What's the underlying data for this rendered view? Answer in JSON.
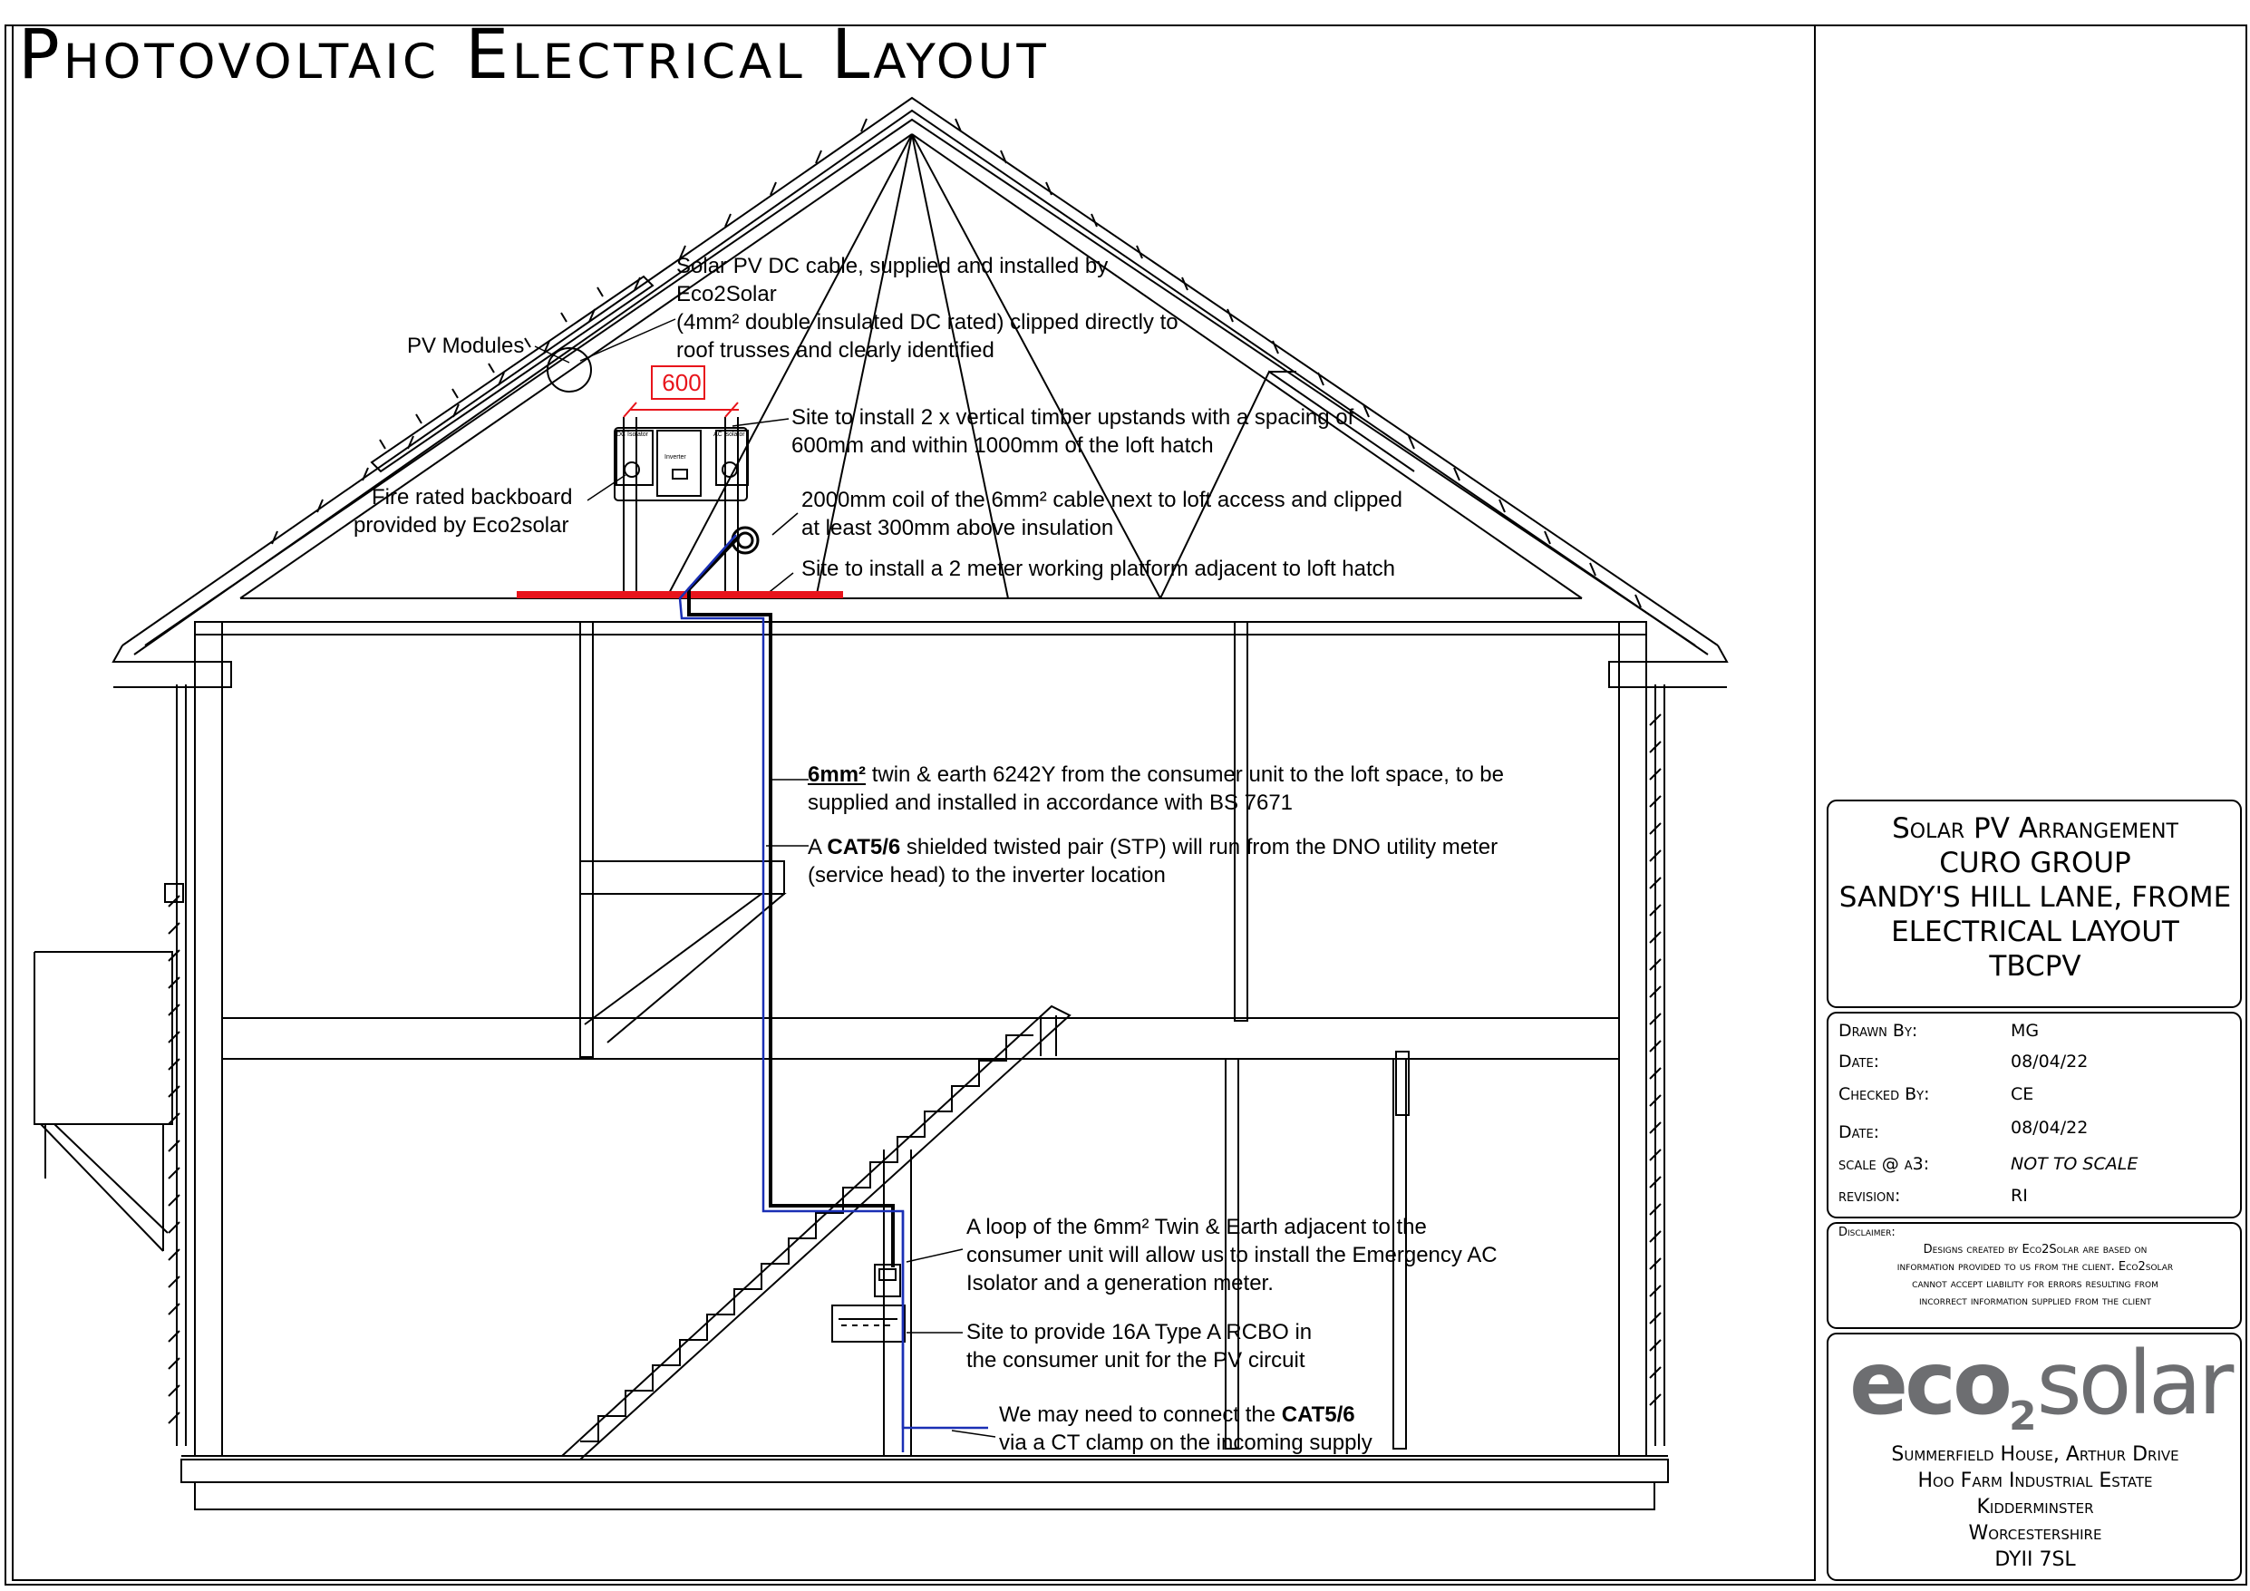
{
  "title": "Photovoltaic Electrical Layout",
  "labels": {
    "pv_modules": "PV Modules",
    "dim_600": "600",
    "dc_cable_1": "Solar PV DC cable, supplied and installed by",
    "dc_cable_2": "Eco2Solar",
    "dc_cable_3": "(4mm² double insulated DC rated) clipped directly to",
    "dc_cable_4": "roof trusses and clearly identified",
    "upstands_1": "Site to install 2 x vertical timber upstands with a spacing of",
    "upstands_2": "600mm and within 1000mm of the loft hatch",
    "backboard_1": "Fire rated backboard",
    "backboard_2": "provided by Eco2solar",
    "coil_1": "2000mm coil of the 6mm² cable next to loft access and clipped",
    "coil_2": "at least 300mm above insulation",
    "platform": "Site to install a 2 meter working platform adjacent to loft hatch",
    "twin_bold": "6mm²",
    "twin_rest_1": " twin & earth 6242Y from the consumer unit to the loft space, to be",
    "twin_2": "supplied and installed in accordance with BS 7671",
    "cat_pre": "A ",
    "cat_bold": "CAT5/6",
    "cat_rest_1": " shielded twisted pair (STP) will run from the DNO utility meter",
    "cat_2": "(service head) to the inverter location",
    "loop_1": "A loop of the 6mm² Twin & Earth adjacent to the",
    "loop_2": "consumer unit will allow us to install the Emergency AC",
    "loop_3": "Isolator and a generation meter.",
    "rcbo_1": "Site to provide 16A Type A RCBO in",
    "rcbo_2": "the consumer unit for the PV circuit",
    "ct_pre": "We may need to connect the ",
    "ct_bold": "CAT5/6",
    "ct_2": "via a CT clamp on the incoming supply",
    "box_dc": "DC Isolator",
    "box_inv": "Inverter",
    "box_ac": "AC Isolator"
  },
  "title_block": {
    "project_1": "Solar PV Arrangement",
    "project_2": "CURO GROUP",
    "project_3": "SANDY'S HILL LANE, FROME",
    "project_4": "ELECTRICAL LAYOUT",
    "project_5": "TBCPV",
    "drawn_by_label": "Drawn By:",
    "drawn_by": "MG",
    "date_label": "Date:",
    "date": "08/04/22",
    "checked_by_label": "Checked By:",
    "checked_by": "CE",
    "date2_label": "Date:",
    "date2": "08/04/22",
    "scale_label": "scale @ a3:",
    "scale": "NOT TO SCALE",
    "revision_label": "revision:",
    "revision": "RI",
    "disclaimer_head": "Disclaimer:",
    "disclaimer_1": "Designs created by Eco2Solar are based on",
    "disclaimer_2": "information provided to us from the client. Eco2solar",
    "disclaimer_3": "cannot accept liability for errors resulting from",
    "disclaimer_4": "incorrect information supplied from the client",
    "logo_a": "eco",
    "logo_sub": "2",
    "logo_b": "solar",
    "address_1": "Summerfield House, Arthur Drive",
    "address_2": "Hoo Farm Industrial Estate",
    "address_3": "Kidderminster",
    "address_4": "Worcestershire",
    "address_5": "DYII 7SL"
  },
  "colors": {
    "platform": "#e8141b",
    "dimension": "#e8141b",
    "cat_cable": "#1a2fb5",
    "power_cable": "#000000",
    "logo": "#6d6e71"
  }
}
